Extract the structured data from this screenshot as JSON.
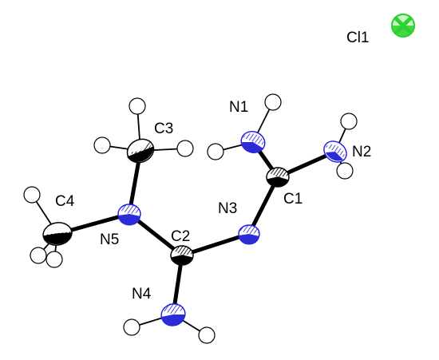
{
  "labels": {
    "cl1": "Cl1",
    "n1": "N1",
    "n2": "N2",
    "n3": "N3",
    "n4": "N4",
    "n5": "N5",
    "c1": "C1",
    "c2": "C2",
    "c3": "C3",
    "c4": "C4"
  },
  "colors": {
    "nitrogen": "#3a3ae8",
    "carbon": "#1a1a1a",
    "hydrogen": "#ffffff",
    "chlorine": "#2fd12f",
    "bond": "#000000"
  }
}
